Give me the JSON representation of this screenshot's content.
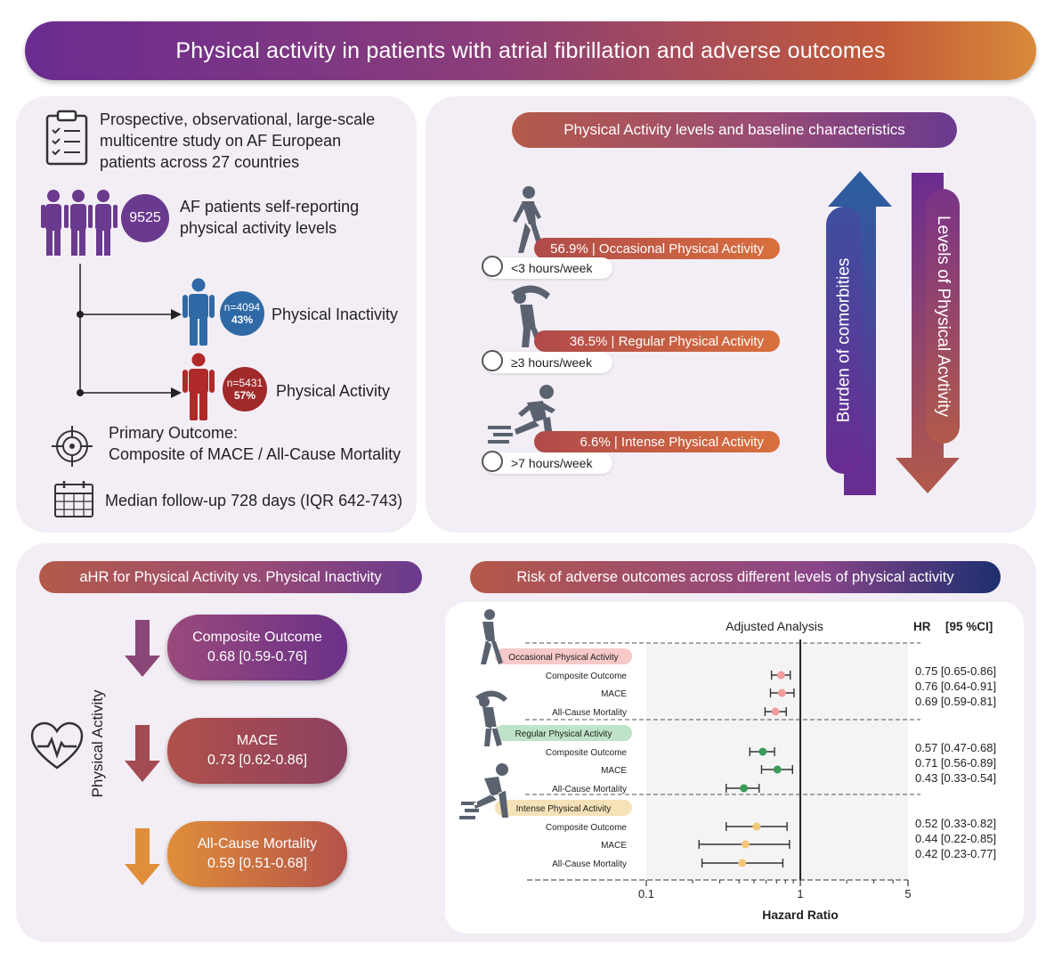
{
  "title": "Physical activity in patients with atrial fibrillation and adverse outcomes",
  "study": {
    "design_text": "Prospective, observational, large-scale multicentre study on AF European patients across 27 countries",
    "design_lines": [
      "Prospective, observational, large-scale",
      "multicentre study on AF European",
      "patients across 27 countries"
    ],
    "patients_count": "9525",
    "patients_lines": [
      "AF patients self-reporting",
      "physical activity levels"
    ],
    "inactive": {
      "n": "n=4094",
      "pct": "43%",
      "label": "Physical Inactivity"
    },
    "active": {
      "n": "n=5431",
      "pct": "57%",
      "label": "Physical Activity"
    },
    "outcome_lines": [
      "Primary Outcome:",
      "Composite of  MACE / All-Cause Mortality"
    ],
    "followup": "Median follow-up 728 days (IQR 642-743)"
  },
  "levels_panel": {
    "header": "Physical Activity levels and baseline characteristics",
    "levels": [
      {
        "label": "56.9% | Occasional Physical Activity",
        "hours": "<3 hours/week"
      },
      {
        "label": "36.5% | Regular Physical Activity",
        "hours": "≥3 hours/week"
      },
      {
        "label": "6.6% | Intense Physical Activity",
        "hours": ">7 hours/week"
      }
    ],
    "up_arrow_label": "Burden of comorbities",
    "down_arrow_label": "Levels of Physical Acvtivity"
  },
  "ahr_panel": {
    "header": "aHR for Physical Activity vs. Physical Inactivity",
    "side_label": "Physical Activity",
    "items": [
      {
        "name": "Composite Outcome",
        "value": "0.68 [0.59-0.76]"
      },
      {
        "name": "MACE",
        "value": "0.73 [0.62-0.86]"
      },
      {
        "name": "All-Cause Mortality",
        "value": "0.59 [0.51-0.68]"
      }
    ],
    "colors": [
      "#7a3b88",
      "#a24b52",
      "#d9883a"
    ]
  },
  "forest": {
    "header": "Risk of adverse outcomes across different levels of physical activity",
    "subtitle": "Adjusted Analysis",
    "col_header_hr": "HR",
    "col_header_ci": "[95 %CI]",
    "xlabel": "Hazard Ratio",
    "groups": [
      {
        "name": "Occasional Physical Activity",
        "color": "#f29b9b",
        "label_bg": "#f7c9c9"
      },
      {
        "name": "Regular Physical Activity",
        "color": "#3a9a5a",
        "label_bg": "#bfe3c8"
      },
      {
        "name": "Intense Physical Activity",
        "color": "#f2c878",
        "label_bg": "#f6e2b8"
      }
    ]
  },
  "chart_data": {
    "type": "scatter",
    "title": "Adjusted Analysis",
    "xlabel": "Hazard Ratio",
    "x_scale": "log",
    "xlim": [
      0.1,
      5
    ],
    "x_ticks": [
      "0.1",
      "1",
      "5"
    ],
    "reference_line": 1,
    "series": [
      {
        "name": "Occasional Physical Activity",
        "points": [
          {
            "outcome": "Composite Outcome",
            "hr": 0.75,
            "lo": 0.65,
            "hi": 0.86,
            "text": "0.75 [0.65-0.86]"
          },
          {
            "outcome": "MACE",
            "hr": 0.76,
            "lo": 0.64,
            "hi": 0.91,
            "text": "0.76 [0.64-0.91]"
          },
          {
            "outcome": "All-Cause Mortality",
            "hr": 0.69,
            "lo": 0.59,
            "hi": 0.81,
            "text": "0.69 [0.59-0.81]"
          }
        ]
      },
      {
        "name": "Regular Physical Activity",
        "points": [
          {
            "outcome": "Composite Outcome",
            "hr": 0.57,
            "lo": 0.47,
            "hi": 0.68,
            "text": "0.57 [0.47-0.68]"
          },
          {
            "outcome": "MACE",
            "hr": 0.71,
            "lo": 0.56,
            "hi": 0.89,
            "text": "0.71 [0.56-0.89]"
          },
          {
            "outcome": "All-Cause Mortality",
            "hr": 0.43,
            "lo": 0.33,
            "hi": 0.54,
            "text": "0.43 [0.33-0.54]"
          }
        ]
      },
      {
        "name": "Intense Physical Activity",
        "points": [
          {
            "outcome": "Composite Outcome",
            "hr": 0.52,
            "lo": 0.33,
            "hi": 0.82,
            "text": "0.52 [0.33-0.82]"
          },
          {
            "outcome": "MACE",
            "hr": 0.44,
            "lo": 0.22,
            "hi": 0.85,
            "text": "0.44 [0.22-0.85]"
          },
          {
            "outcome": "All-Cause Mortality",
            "hr": 0.42,
            "lo": 0.23,
            "hi": 0.77,
            "text": "0.42 [0.23-0.77]"
          }
        ]
      }
    ]
  }
}
